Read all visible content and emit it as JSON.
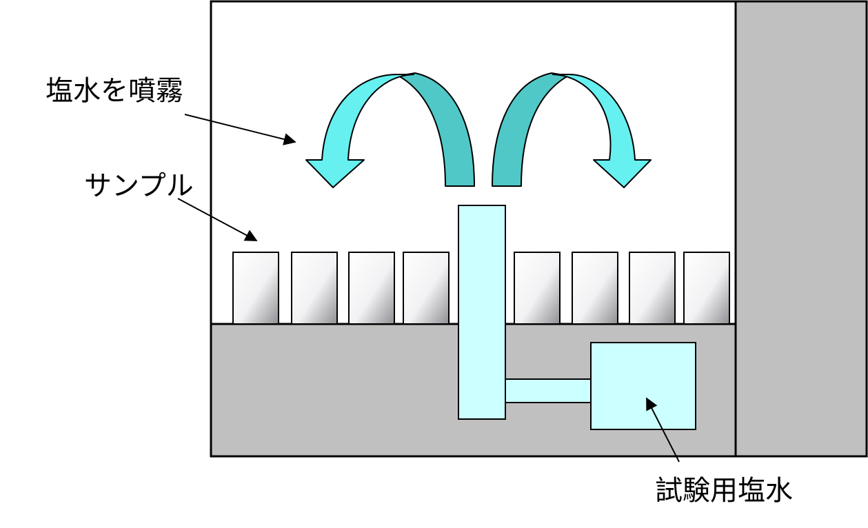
{
  "labels": {
    "spray": "塩水を噴霧",
    "sample": "サンプル",
    "saltwater": "試験用塩水"
  },
  "colors": {
    "background": "#ffffff",
    "chamber_gray": "#c0c0c0",
    "arrow_light": "#66f0f0",
    "arrow_dark": "#50c8c8",
    "pipe": "#ccffff",
    "outline": "#000000"
  },
  "sample_count": 8,
  "icons": [
    "curved-arrow-left-icon",
    "curved-arrow-right-icon",
    "leader-arrow-icon"
  ]
}
